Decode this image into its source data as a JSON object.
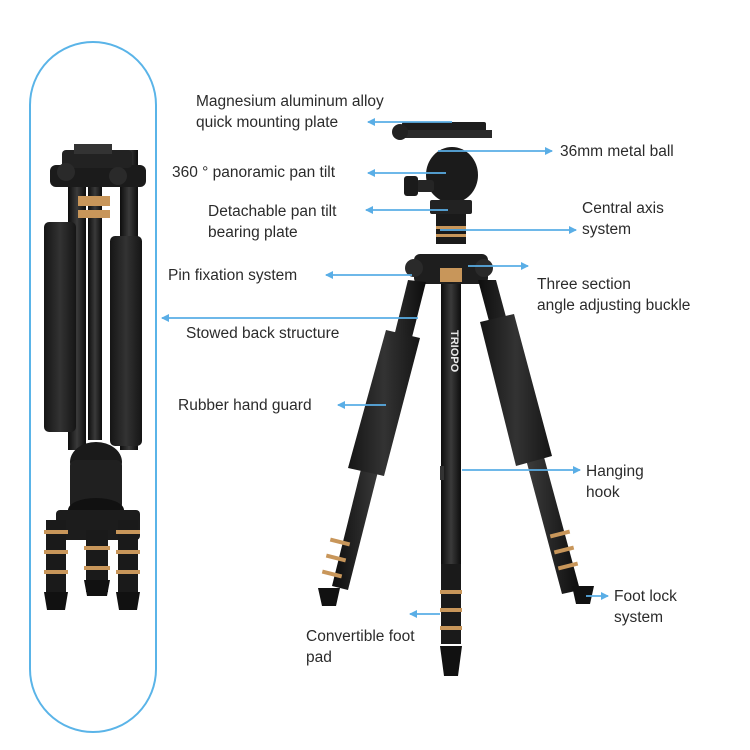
{
  "labels": {
    "plate_line1": "Magnesium aluminum alloy",
    "plate_line2": "quick mounting plate",
    "ball": "36mm metal ball",
    "pan_tilt": "360 ° panoramic pan tilt",
    "bearing_line1": "Detachable pan tilt",
    "bearing_line2": "bearing plate",
    "axis_line1": "Central axis",
    "axis_line2": "system",
    "pin": "Pin fixation system",
    "buckle_line1": "Three section",
    "buckle_line2": "angle adjusting buckle",
    "stowed": "Stowed back structure",
    "hand_guard": "Rubber hand guard",
    "hook_line1": "Hanging",
    "hook_line2": "hook",
    "foot_lock_line1": "Foot lock",
    "foot_lock_line2": "system",
    "foot_pad_line1": "Convertible foot",
    "foot_pad_line2": "pad"
  },
  "brand": "TRIOPO",
  "colors": {
    "arrow": "#5aaee6",
    "frame": "#5ab4e8",
    "metal_dark": "#1c1c1c",
    "gold_ring": "#c8965a",
    "foam": "#2a2a2a"
  }
}
